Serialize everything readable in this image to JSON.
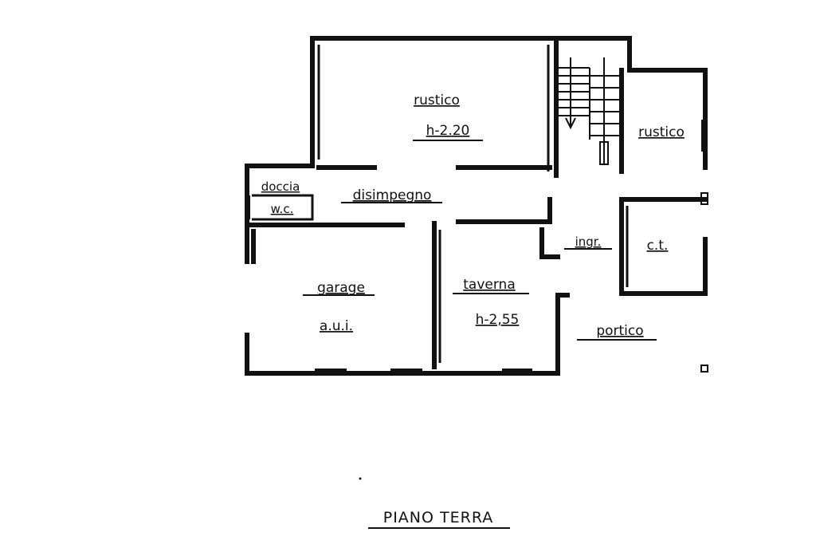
{
  "rooms": {
    "rustico_main": {
      "name": "rustico",
      "height": "h-2.20"
    },
    "rustico_side": {
      "name": "rustico"
    },
    "doccia": {
      "name": "doccia"
    },
    "wc": {
      "name": "w.c."
    },
    "disimpegno": {
      "name": "disimpegno"
    },
    "garage": {
      "name": "garage",
      "note": "a.u.i."
    },
    "taverna": {
      "name": "taverna",
      "height": "h-2,55"
    },
    "ingresso": {
      "name": "ingr."
    },
    "ct": {
      "name": "c.t."
    },
    "portico": {
      "name": "portico"
    }
  },
  "floor_title": "PIANO TERRA"
}
